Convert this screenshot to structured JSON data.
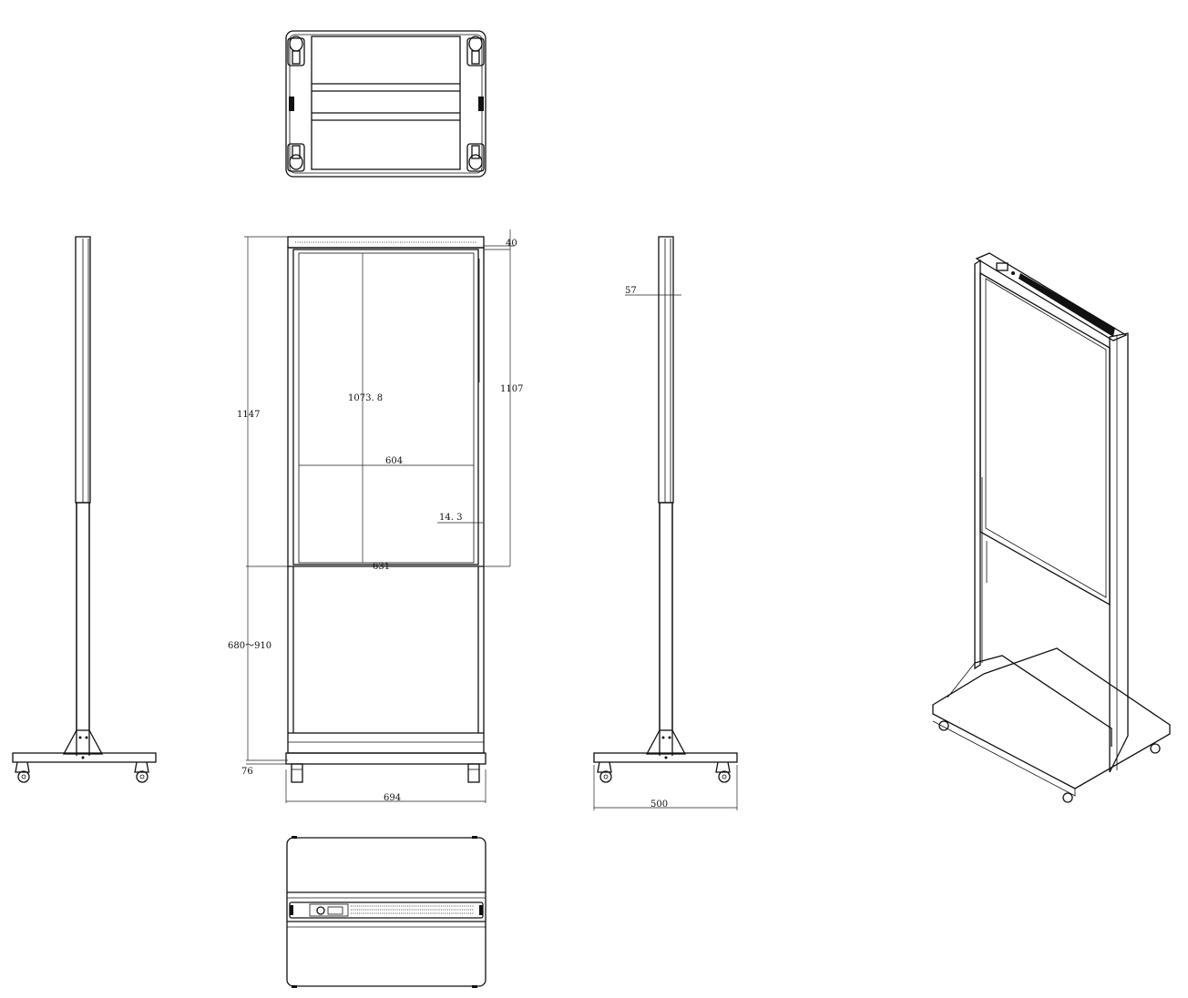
{
  "dimensions": {
    "front_top_offset": "40",
    "front_total_height": "1147",
    "screen_height": "1073. 8",
    "screen_frame_height": "1107",
    "screen_width": "604",
    "screen_frame_width": "631",
    "bezel_width": "14. 3",
    "adjustable_height": "680～910",
    "caster_height": "76",
    "overall_width": "694",
    "side_thickness": "57",
    "base_depth": "500"
  }
}
